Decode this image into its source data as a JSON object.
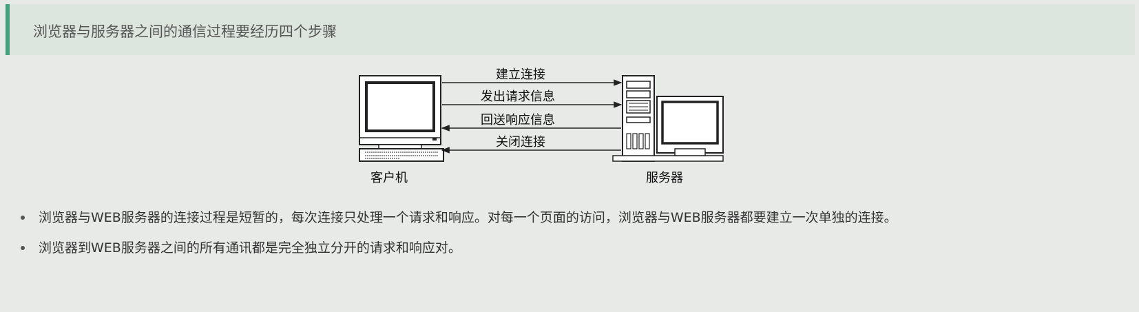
{
  "callout": {
    "text": "浏览器与服务器之间的通信过程要经历四个步骤",
    "accent_color": "#42a07a"
  },
  "diagram": {
    "steps": [
      {
        "label": "建立连接",
        "direction": "client-to-server"
      },
      {
        "label": "发出请求信息",
        "direction": "client-to-server"
      },
      {
        "label": "回送响应信息",
        "direction": "server-to-client"
      },
      {
        "label": "关闭连接",
        "direction": "server-to-client"
      }
    ],
    "client_label": "客户机",
    "server_label": "服务器",
    "client_icon": "computer-icon",
    "server_icon": "server-icon"
  },
  "bullets": [
    "浏览器与WEB服务器的连接过程是短暂的，每次连接只处理一个请求和响应。对每一个页面的访问，浏览器与WEB服务器都要建立一次单独的连接。",
    "浏览器到WEB服务器之间的所有通讯都是完全独立分开的请求和响应对。"
  ]
}
